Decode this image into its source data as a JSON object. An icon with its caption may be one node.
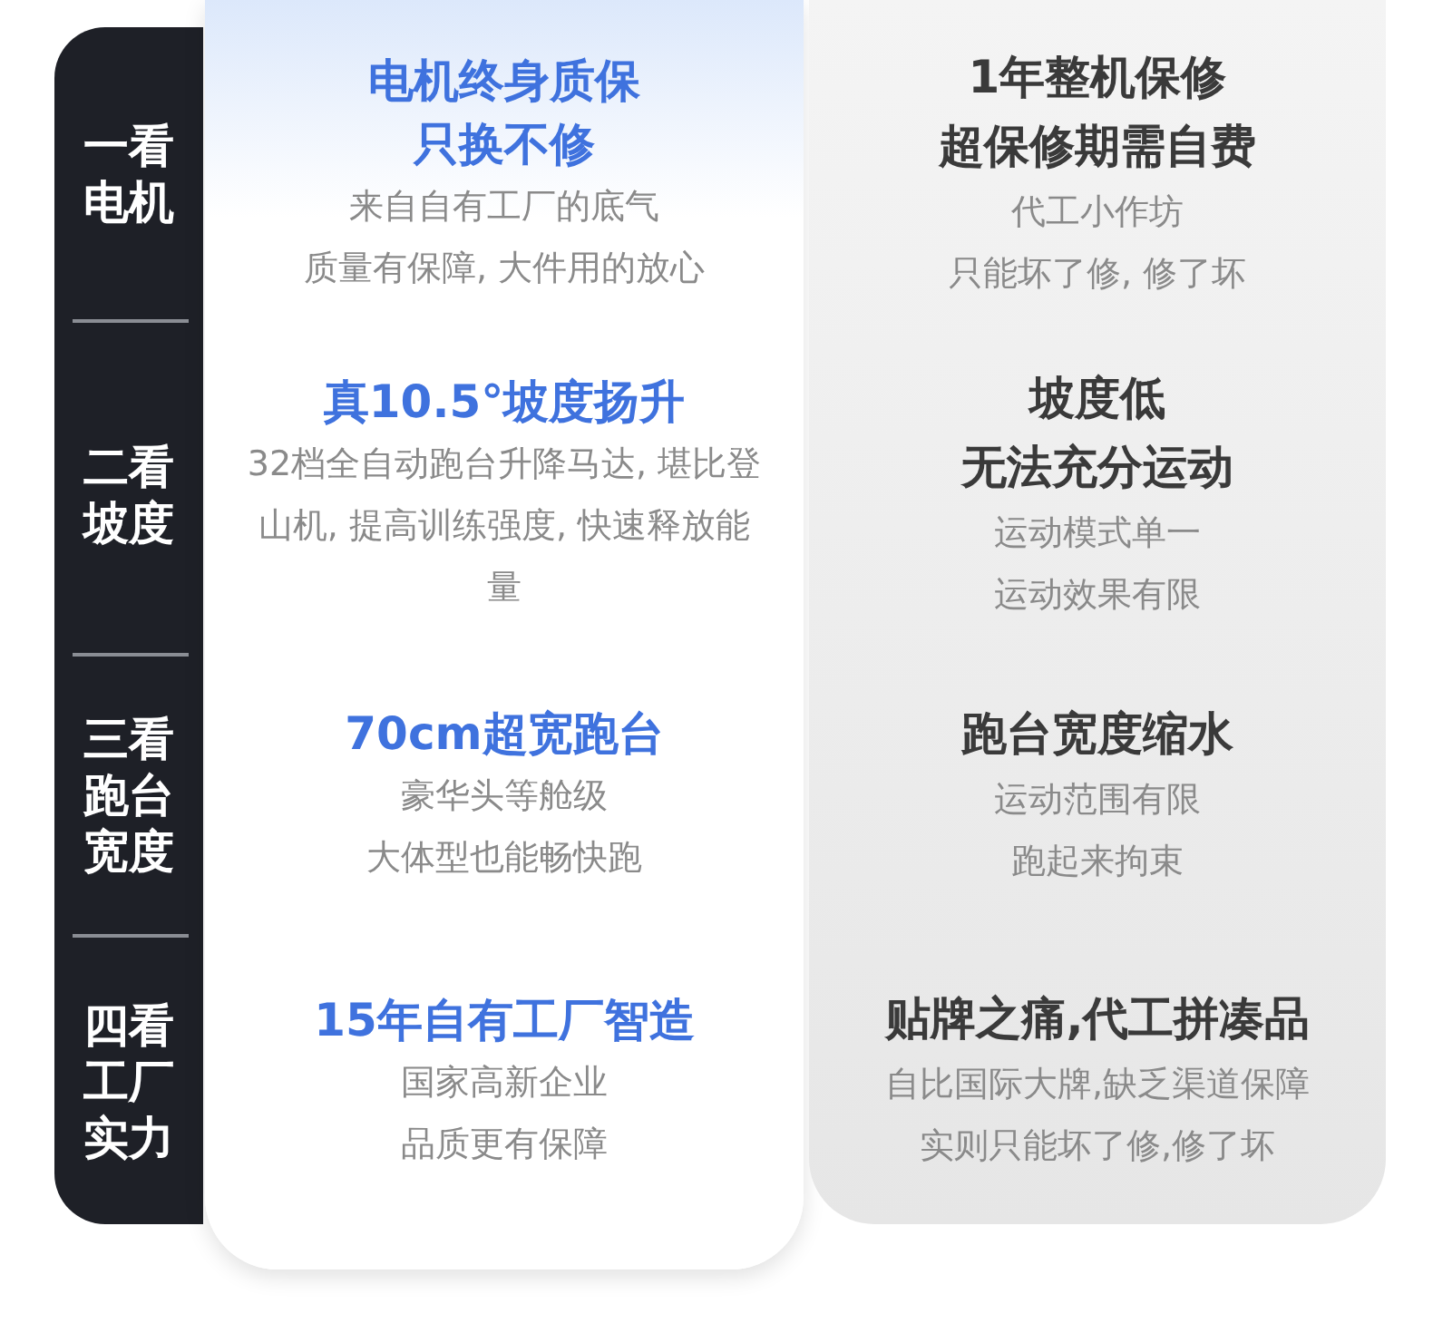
{
  "diagram": {
    "labels": [
      "一看电机",
      "电机终身质保",
      "只换不修",
      "来自自有工厂的底气",
      "质量有保障, 大件用的放心",
      "1年整机保修",
      "超保修期需自费",
      "代工小作坊",
      "只能坏了修, 修了坏",
      "二看坡度",
      "真10.5°坡度扬升",
      "32档全自动跑台升降马达, 堪比登山机, 提高训练强度, 快速释放能量",
      "坡度低",
      "无法充分运动",
      "运动模式单一",
      "运动效果有限",
      "三看跑台宽度",
      "70cm超宽跑台",
      "豪华头等舱级",
      "大体型也能畅快跑",
      "跑台宽度缩水",
      "运动范围有限",
      "跑起来拘束",
      "四看工厂实力",
      "15年自有工厂智造",
      "国家高新企业",
      "品质更有保障",
      "贴牌之痛,代工拼凑品",
      "自比国际大牌,缺乏渠道保障",
      "实则只能坏了修,修了坏"
    ]
  }
}
